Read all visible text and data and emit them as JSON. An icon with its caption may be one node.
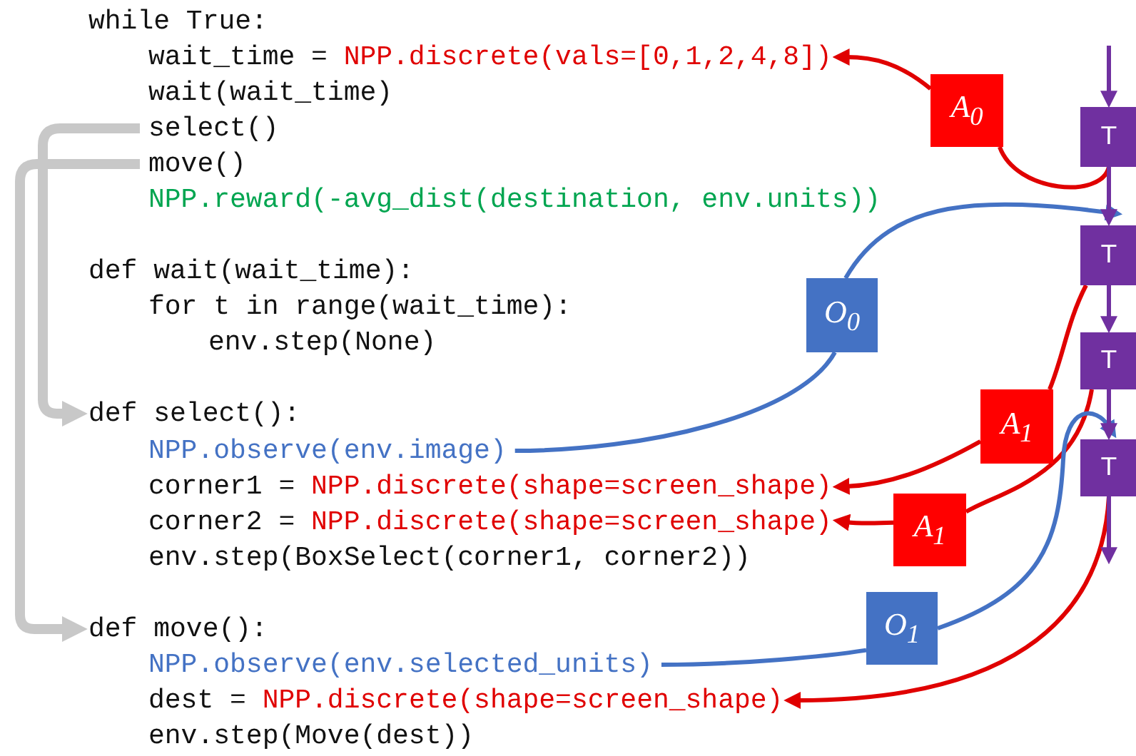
{
  "diagram": {
    "nodes": [
      {
        "text": [
          "wait_time = NPP.discrete(vals=[0,1,2,4,8])"
        ]
      },
      {
        "text": [
          "select()"
        ]
      },
      {
        "text": [
          "move()"
        ]
      },
      {
        "text": [
          "A$_{0}$"
        ]
      },
      {
        "text": [
          "T"
        ]
      },
      {
        "text": [
          "T"
        ]
      },
      {
        "text": [
          "O$_{0}$"
        ]
      },
      {
        "text": [
          "def select():"
        ]
      },
      {
        "text": [
          "NPP.observe(env.image)"
        ]
      },
      {
        "text": [
          "T"
        ]
      },
      {
        "text": [
          "corner1 = NPP.discrete(shape=screen_shape)"
        ]
      },
      {
        "text": [
          "A$_{1}$"
        ]
      },
      {
        "text": [
          "T"
        ]
      },
      {
        "text": [
          "corner2 = NPP.discrete(shape=screen_shape)"
        ]
      },
      {
        "text": [
          "A$_{1}$"
        ]
      },
      {
        "text": [
          "O$_{1}$"
        ]
      },
      {
        "text": [
          "def move():"
        ]
      },
      {
        "text": [
          "NPP.observe(env.selected_units)"
        ]
      },
      {
        "text": [
          "dest = NPP.discrete(shape=screen_shape)"
        ]
      }
    ],
    "edges": [
      {
        "from": 4,
        "to": 3,
        "arrow": "none"
      },
      {
        "from": 3,
        "to": 0,
        "arrow": "to"
      },
      {
        "from": 1,
        "to": 7,
        "arrow": "to",
        "style": "thick",
        "color": "#c8c8c8"
      },
      {
        "from": 2,
        "to": 16,
        "arrow": "to",
        "style": "thick",
        "color": "#c8c8c8"
      },
      {
        "from": 8,
        "to": 6,
        "arrow": "none",
        "color": "#4472c4"
      },
      {
        "from": 6,
        "to": 5,
        "arrow": "to",
        "color": "#4472c4"
      },
      {
        "from": 5,
        "to": 11,
        "arrow": "none"
      },
      {
        "from": 11,
        "to": 10,
        "arrow": "to"
      },
      {
        "from": 9,
        "to": 14,
        "arrow": "none"
      },
      {
        "from": 14,
        "to": 13,
        "arrow": "to"
      },
      {
        "from": 17,
        "to": 15,
        "arrow": "none",
        "color": "#4472c4"
      },
      {
        "from": 15,
        "to": 12,
        "arrow": "to",
        "color": "#4472c4"
      },
      {
        "from": 12,
        "to": 18,
        "arrow": "to"
      },
      {
        "from": null,
        "to": 4,
        "arrow": "to",
        "color": "#7030a0"
      },
      {
        "from": 4,
        "to": 5,
        "arrow": "to",
        "color": "#7030a0"
      },
      {
        "from": 5,
        "to": 9,
        "arrow": "to",
        "color": "#7030a0"
      },
      {
        "from": 9,
        "to": 12,
        "arrow": "to",
        "color": "#7030a0"
      },
      {
        "from": 12,
        "to": null,
        "arrow": "to",
        "color": "#7030a0"
      }
    ],
    "labels": [
      "while True:",
      "wait(wait_time)",
      "NPP.reward(-avg_dist(destination, env.units))",
      "def wait(wait_time):",
      "for t in range(wait_time):",
      "env.step(None)",
      "env.step(BoxSelect(corner1, corner2))",
      "env.step(Move(dest))"
    ]
  }
}
